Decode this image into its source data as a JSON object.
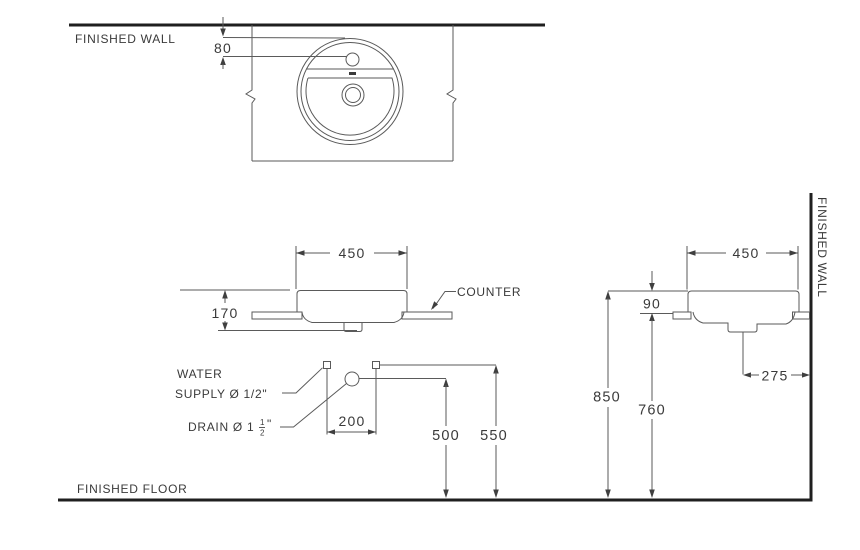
{
  "colors": {
    "thin_line": "#5a5a5a",
    "heavy_line": "#1f1f1f",
    "text": "#3a3a3a",
    "background": "#ffffff"
  },
  "labels": {
    "finished_wall_top": "FINISHED WALL",
    "finished_wall_right": "FINISHED WALL",
    "finished_floor": "FINISHED FLOOR",
    "counter": "COUNTER",
    "water_supply_line1": "WATER",
    "water_supply_line2": "SUPPLY Ø 1/2\"",
    "drain_label": "DRAIN Ø 1",
    "drain_fraction_numerator": "1",
    "drain_fraction_denominator": "2",
    "drain_inch_mark": "\""
  },
  "dimensions_mm": {
    "faucet_hole_to_rim": "80",
    "basin_width_front": "450",
    "basin_height_total": "170",
    "supply_spacing": "200",
    "drain_height_from_floor": "500",
    "supply_height_from_floor": "550",
    "basin_width_side": "450",
    "rim_above_counter": "90",
    "rim_height_from_floor": "850",
    "counter_height_from_floor": "760",
    "drain_offset_from_wall": "275"
  }
}
